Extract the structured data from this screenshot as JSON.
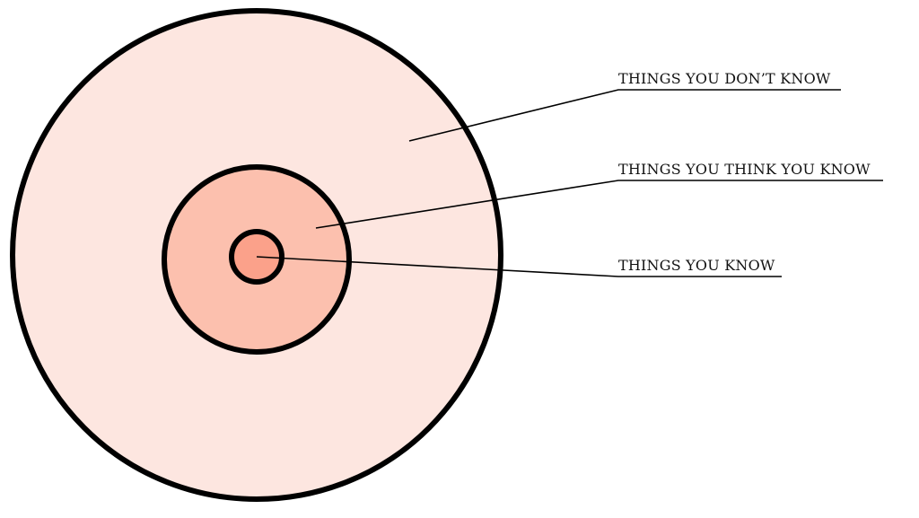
{
  "diagram": {
    "type": "concentric-circles",
    "colors": {
      "outer_fill": "#fde6e0",
      "middle_fill": "#fcc0ae",
      "inner_fill": "#fba18a",
      "stroke": "#000000"
    },
    "labels": {
      "outer": "THINGS YOU DON’T KNOW",
      "middle": "THINGS YOU THINK YOU KNOW",
      "inner": "THINGS YOU KNOW"
    }
  }
}
